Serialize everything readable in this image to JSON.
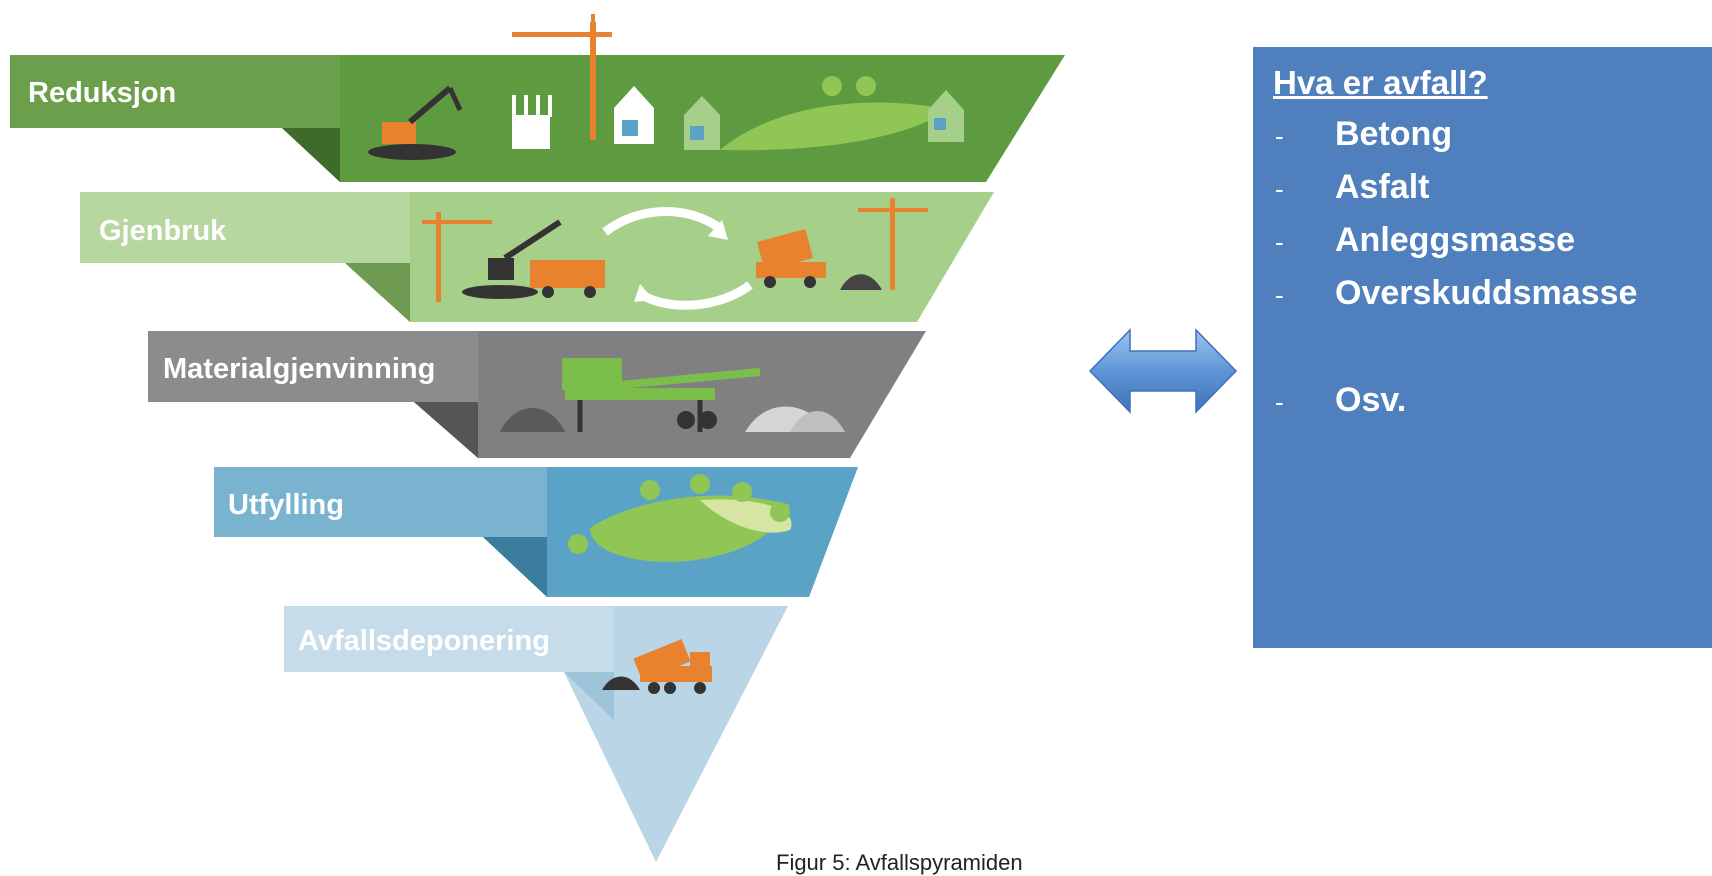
{
  "pyramid": {
    "tiers": [
      {
        "label": "Reduksjon",
        "color": "#5e9a3f",
        "label_bg": "#6b9f4b",
        "illustration": "excavator-buildings-houses-scene"
      },
      {
        "label": "Gjenbruk",
        "color": "#a6cf8a",
        "label_bg": "#b6d8a0",
        "illustration": "excavator-truck-recycle-arrows-scene"
      },
      {
        "label": "Materialgjenvinning",
        "color": "#808080",
        "label_bg": "#8c8c8c",
        "illustration": "crusher-machine-gravel-piles-scene"
      },
      {
        "label": "Utfylling",
        "color": "#5aa2c6",
        "label_bg": "#7ab3d0",
        "illustration": "landscape-trees-scene"
      },
      {
        "label": "Avfallsdeponering",
        "color": "#b9d5e6",
        "label_bg": "#c6dcea",
        "illustration": "dump-truck-scene"
      }
    ]
  },
  "arrow": {
    "icon": "double-arrow-icon",
    "color": "#5f95d6"
  },
  "info_box": {
    "title": "Hva er avfall?",
    "bullet": "-",
    "items": [
      "Betong",
      "Asfalt",
      "Anleggsmasse",
      "Overskuddsmasse"
    ],
    "extra_item": "Osv.",
    "color": "#4f80bd"
  },
  "caption": "Figur 5: Avfallspyramiden"
}
